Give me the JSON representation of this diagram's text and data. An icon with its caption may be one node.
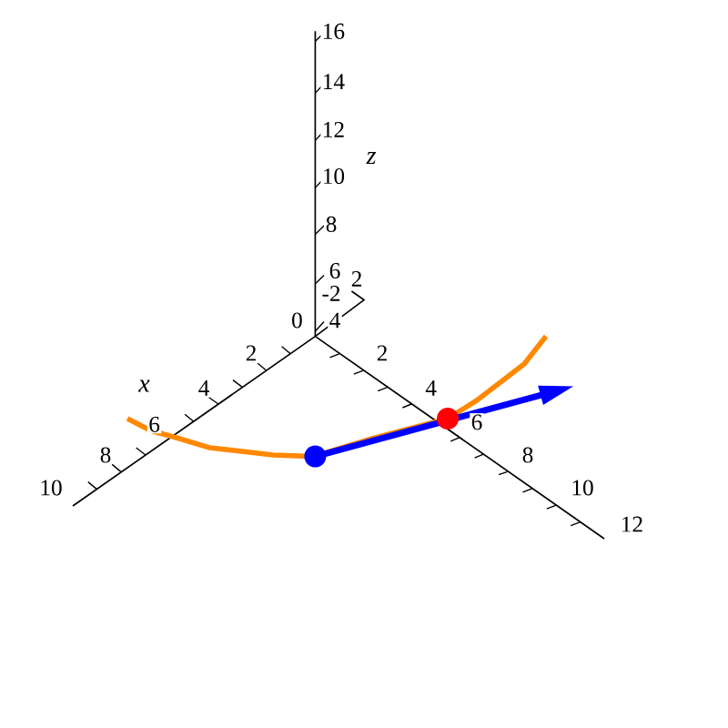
{
  "diagram": {
    "labels": [
      "16",
      "14",
      "12",
      "10",
      "z",
      "8",
      "6",
      "-2",
      "0",
      "4",
      "2",
      "2",
      "x",
      "4",
      "2",
      "6",
      "4",
      "6",
      "8",
      "8",
      "10",
      "10",
      "12"
    ]
  }
}
